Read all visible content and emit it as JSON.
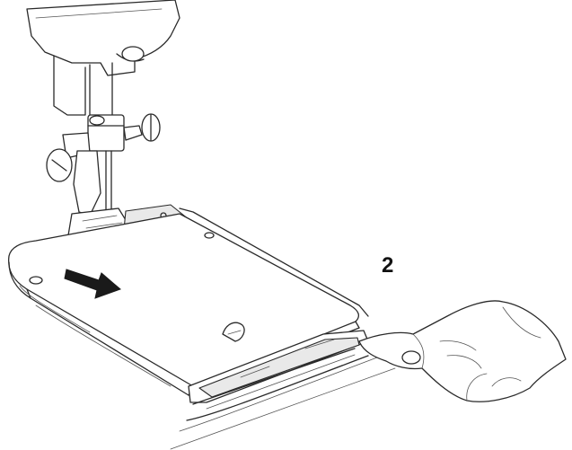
{
  "figure": {
    "step_number": "2"
  },
  "colors": {
    "background": "#ffffff",
    "line": "#2a2a2a",
    "shade": "#e9e9e9",
    "arrow": "#1a1a1a"
  },
  "icons": [
    "sewing-machine-head",
    "presser-foot",
    "needle-plate",
    "free-arm-extension-table",
    "direction-arrow",
    "hand",
    "release-tab"
  ]
}
